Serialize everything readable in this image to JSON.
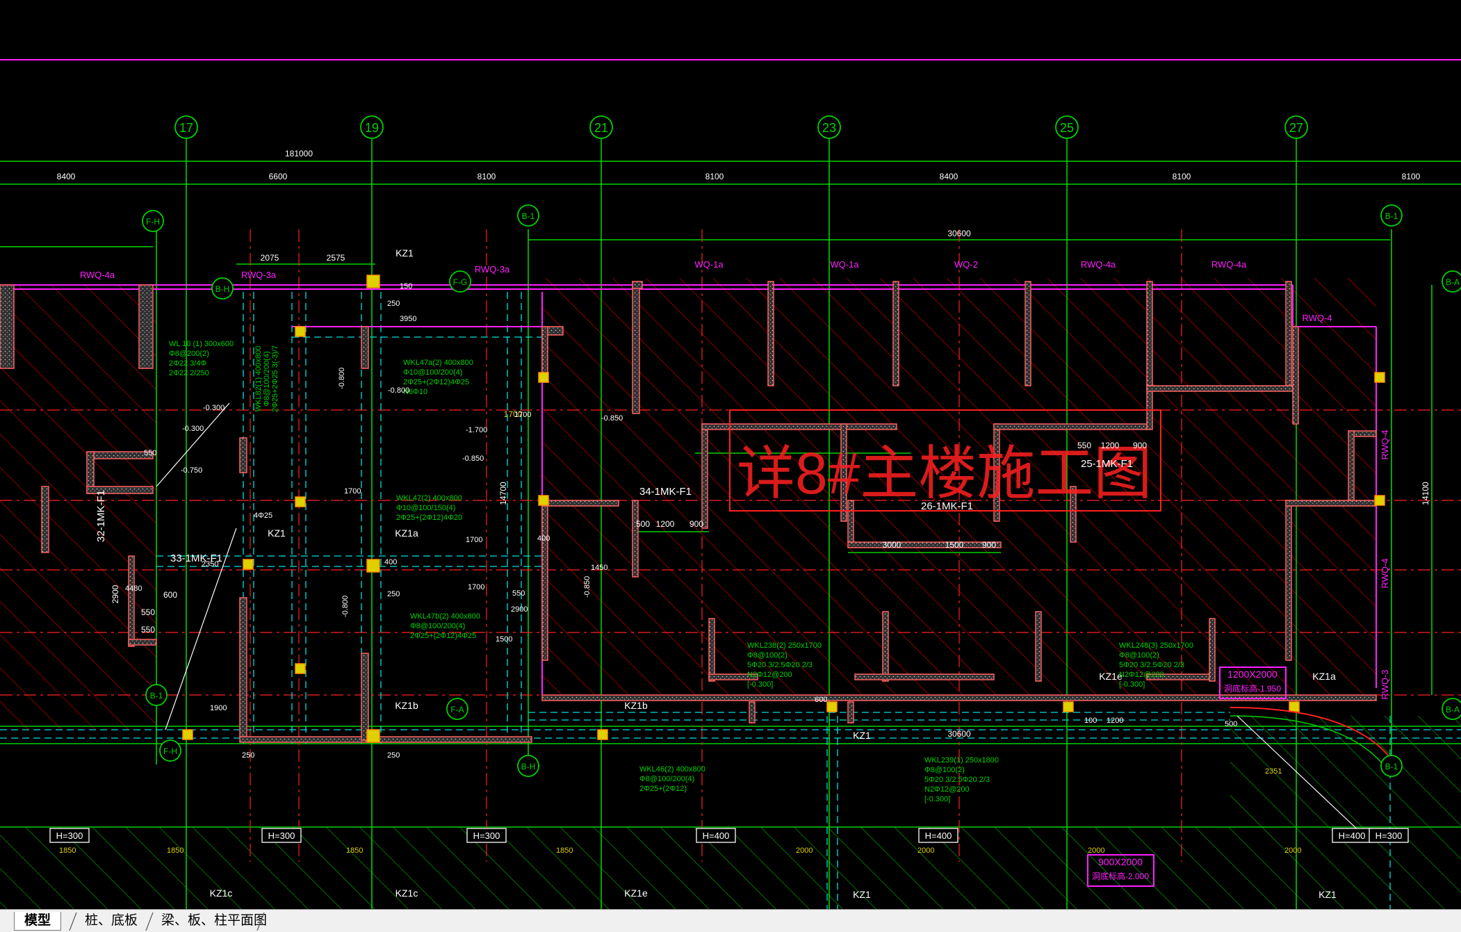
{
  "axes_top": [
    "17",
    "19",
    "21",
    "23",
    "25",
    "27"
  ],
  "axes_side": [
    "F-H",
    "B-1",
    "B-1",
    "B-H",
    "F-G",
    "B-A",
    "B-1",
    "F-A",
    "B-A",
    "F-H",
    "B-H",
    "B-1",
    "B-H"
  ],
  "dim_total": "181000",
  "dims_spans": [
    "8400",
    "6600",
    "8100",
    "8100",
    "8400",
    "8100",
    "8100"
  ],
  "dim_inner": "30600",
  "dims_left_top": [
    "2075",
    "2575"
  ],
  "dims_side": [
    "14700",
    "14100",
    "1700",
    "2900"
  ],
  "dim_bottom_total": "30600",
  "watermark": "详8#主楼施工图",
  "room_labels": [
    "34-1MK-F1",
    "26-1MK-F1",
    "25-1MK-F1",
    "33-1MK-F1",
    "32-1MK-F1"
  ],
  "room_dims": {
    "a": [
      "500",
      "1200",
      "900"
    ],
    "b": [
      "3000",
      "1500",
      "900"
    ],
    "c": [
      "550",
      "1200",
      "900"
    ],
    "d": [
      "600",
      "550",
      "550"
    ]
  },
  "wall_labels": [
    "RWQ-4a",
    "RWQ-3a",
    "RWQ-3a",
    "WQ-1a",
    "WQ-1a",
    "WQ-2",
    "RWQ-4a",
    "RWQ-4a",
    "RWQ-4",
    "RWQ-4",
    "RWQ-4",
    "RWQ-3"
  ],
  "column_labels": [
    "KZ1",
    "KZ1",
    "KZ1a",
    "KZ1b",
    "KZ1b",
    "KZ1e",
    "KZ1a",
    "KZ1",
    "KZ1c",
    "KZ1c",
    "KZ1e",
    "KZ1",
    "KZ1"
  ],
  "beam_notes": [
    [
      "WL 10 (1) 300x600",
      "Φ8@200(2)",
      "2Φ22 3/4Φ",
      "2Φ22 2/250"
    ],
    [
      "WKL82(1) 400x800",
      "Φ8@100/200(4)",
      "2Φ25+2Φ25 3(-3)/7"
    ],
    [
      "WKL47a(2) 400x800",
      "Φ10@100/200(4)",
      "2Φ25+(2Φ12)4Φ25",
      "N6Φ10"
    ],
    [
      "WKL47(2) 400x800",
      "Φ10@100/150(4)",
      "2Φ25+(2Φ12)4Φ20"
    ],
    [
      "WKL47b(2) 400x800",
      "Φ8@100/200(4)",
      "2Φ25+(2Φ12)4Φ25"
    ],
    [
      "WKL238(2) 250x1700",
      "Φ8@100(2)",
      "5Φ20 3/2.5Φ20 2/3",
      "N2Φ12@200",
      "[-0.300]"
    ],
    [
      "WKL248(3) 250x1700",
      "Φ8@100(2)",
      "5Φ20 3/2.5Φ20 2/3",
      "N2Φ12@200",
      "[-0.300]"
    ],
    [
      "WKL239(1) 250x1800",
      "Φ8@100(2)",
      "5Φ20 3/2.5Φ20 2/3",
      "N2Φ12@200",
      "[-0.300]"
    ],
    [
      "WKL46(2) 400x800",
      "Φ8@100/200(4)",
      "2Φ25+(2Φ12)"
    ]
  ],
  "elev_labels": [
    "-0.300",
    "-0.300",
    "-0.750",
    "-0.800",
    "-0.800",
    "-1.700",
    "-0.850",
    "-0.850",
    "-0.850",
    "-0.800"
  ],
  "h_tags": [
    "H=300",
    "H=300",
    "H=300",
    "H=400",
    "H=400",
    "H=400",
    "H=300"
  ],
  "opening_labels": [
    "1200X2000",
    "洞底标高-1.950",
    "900X2000",
    "洞底标高-2.000"
  ],
  "small_notes": [
    "1700",
    "1700",
    "1700",
    "1700",
    "2900",
    "1500",
    "250",
    "250",
    "250",
    "250",
    "400",
    "400",
    "550",
    "550",
    "1200",
    "1850",
    "1850",
    "1850",
    "1850",
    "2000",
    "2000",
    "2000",
    "2000",
    "2351",
    "2350",
    "1900",
    "150",
    "3950",
    "4480",
    "600",
    "100",
    "500",
    "1450",
    "4Φ25"
  ],
  "colors": {
    "green": "#00d200",
    "red": "#ff2020",
    "magenta": "#ff20ff",
    "cyan": "#00e0e0",
    "yellow": "#e0d000",
    "white": "#ffffff",
    "orange": "#ff9000",
    "pink": "#ff8080",
    "tabbar": "#f0f0f0"
  },
  "tabs": [
    "模型",
    "桩、底板",
    "梁、板、柱平面图"
  ]
}
